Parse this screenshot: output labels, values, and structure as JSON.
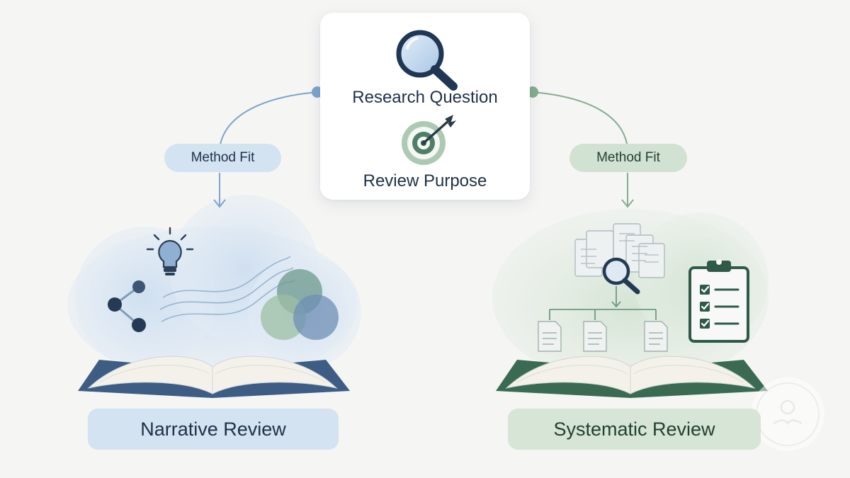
{
  "center": {
    "question_label": "Research Question",
    "purpose_label": "Review Purpose"
  },
  "branches": {
    "left": {
      "fit_label": "Method Fit",
      "review_label": "Narrative Review"
    },
    "right": {
      "fit_label": "Method Fit",
      "review_label": "Systematic Review"
    }
  },
  "colors": {
    "background": "#f5f5f4",
    "blue_accent": "#6f9cc6",
    "green_accent": "#7ea987",
    "navy": "#1e3148",
    "dark_green": "#2e5a46"
  },
  "icons": [
    "magnifier-icon",
    "target-icon",
    "arrow-icon",
    "lightbulb-icon",
    "network-nodes-icon",
    "overlapping-circles-icon",
    "open-book-icon",
    "document-stack-icon",
    "document-icon",
    "clipboard-checklist-icon"
  ]
}
